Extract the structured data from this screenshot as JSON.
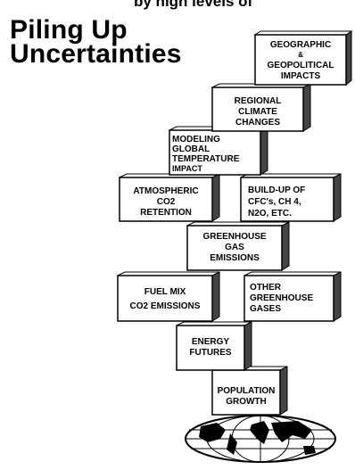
{
  "header_cut": "by high levels of",
  "title_lines": [
    "Piling Up",
    "Uncertainties"
  ],
  "boxes": [
    {
      "id": "geographic",
      "lines": [
        "GEOGRAPHIC",
        "&",
        "GEOPOLITICAL",
        "IMPACTS"
      ]
    },
    {
      "id": "regional",
      "lines": [
        "REGIONAL",
        "CLIMATE",
        "CHANGES"
      ]
    },
    {
      "id": "modeling",
      "lines": [
        "MODELING",
        "GLOBAL",
        "TEMPERATURE",
        "IMPACT"
      ]
    },
    {
      "id": "atmospheric",
      "lines": [
        "ATMOSPHERIC",
        "CO2",
        "RETENTION"
      ]
    },
    {
      "id": "buildup",
      "lines": [
        "BUILD-UP OF",
        "CFC's, CH 4,",
        "N2O, ETC."
      ]
    },
    {
      "id": "greenhouse",
      "lines": [
        "GREENHOUSE",
        "GAS",
        "EMISSIONS"
      ]
    },
    {
      "id": "fuelmix",
      "lines": [
        "FUEL MIX",
        "CO2 EMISSIONS"
      ]
    },
    {
      "id": "other",
      "lines": [
        "OTHER",
        "GREENHOUSE",
        "GASES"
      ]
    },
    {
      "id": "energy",
      "lines": [
        "ENERGY",
        "FUTURES"
      ]
    },
    {
      "id": "population",
      "lines": [
        "POPULATION",
        "GROWTH"
      ]
    }
  ]
}
